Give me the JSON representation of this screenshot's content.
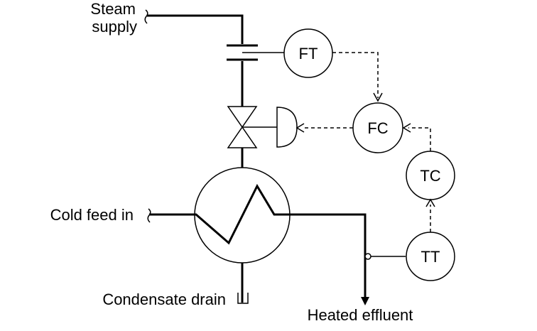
{
  "labels": {
    "steam_supply_line1": "Steam",
    "steam_supply_line2": "supply",
    "cold_feed": "Cold feed in",
    "condensate_drain": "Condensate drain",
    "heated_effluent": "Heated effluent"
  },
  "instruments": {
    "ft": "FT",
    "fc": "FC",
    "tc": "TC",
    "tt": "TT"
  },
  "colors": {
    "line": "#000000",
    "background": "#ffffff"
  }
}
